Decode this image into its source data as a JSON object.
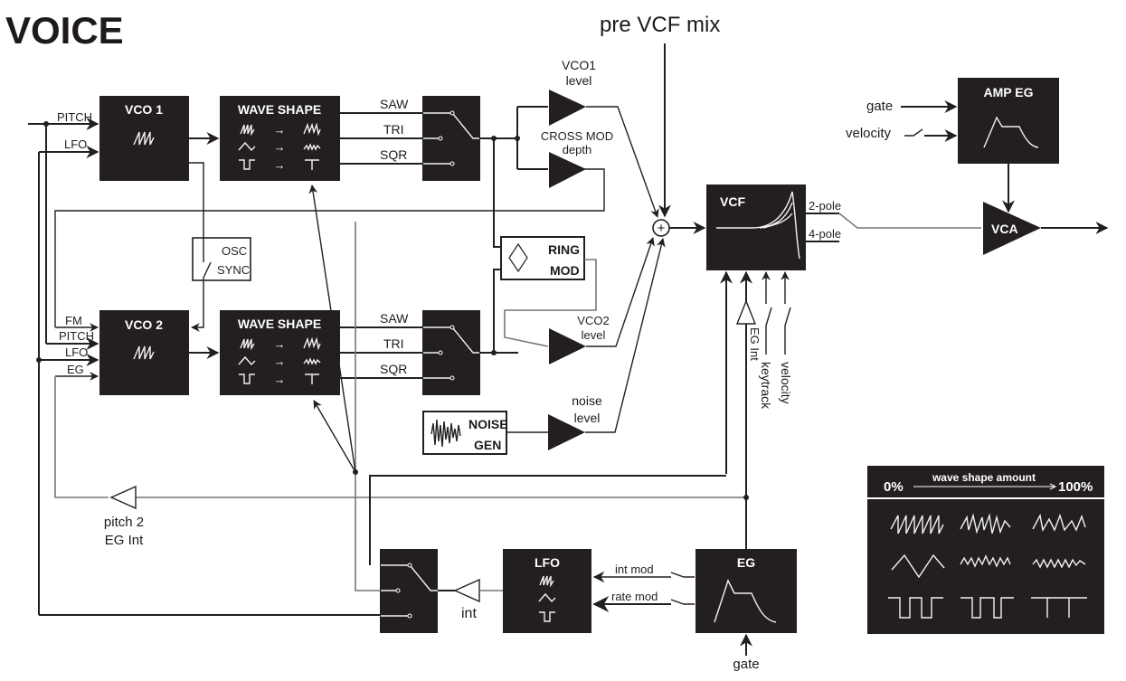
{
  "title": "VOICE",
  "top_label": "pre VCF mix",
  "vco1": {
    "name": "VCO 1",
    "inputs": [
      "PITCH",
      "LFO"
    ]
  },
  "vco2": {
    "name": "VCO 2",
    "inputs": [
      "FM",
      "PITCH",
      "LFO",
      "EG"
    ]
  },
  "wave_shape": {
    "name": "WAVE SHAPE",
    "arrow": "→"
  },
  "waveforms": [
    "SAW",
    "TRI",
    "SQR"
  ],
  "osc_sync": [
    "OSC",
    "SYNC"
  ],
  "vco1_level": [
    "VCO1",
    "level"
  ],
  "cross_mod": [
    "CROSS MOD",
    "depth"
  ],
  "ring_mod": [
    "RING",
    "MOD"
  ],
  "vco2_level": [
    "VCO2",
    "level"
  ],
  "noise_gen": [
    "NOISE",
    "GEN"
  ],
  "noise_level": [
    "noise",
    "level"
  ],
  "mixer_symbol": "+",
  "vcf": {
    "name": "VCF",
    "outputs": [
      "2-pole",
      "4-pole"
    ],
    "mod_labels": [
      "EG Int",
      "keytrack",
      "velocity"
    ]
  },
  "amp_eg": {
    "name": "AMP EG",
    "inputs": [
      "gate",
      "velocity"
    ]
  },
  "vca": "VCA",
  "lfo": {
    "name": "LFO",
    "int_label": "int",
    "mods": [
      "int mod",
      "rate mod"
    ]
  },
  "eg": {
    "name": "EG",
    "input": "gate"
  },
  "pitch2_eg": [
    "pitch 2",
    "EG Int"
  ],
  "legend": {
    "start": "0%",
    "end": "100%",
    "caption": "wave shape amount"
  }
}
